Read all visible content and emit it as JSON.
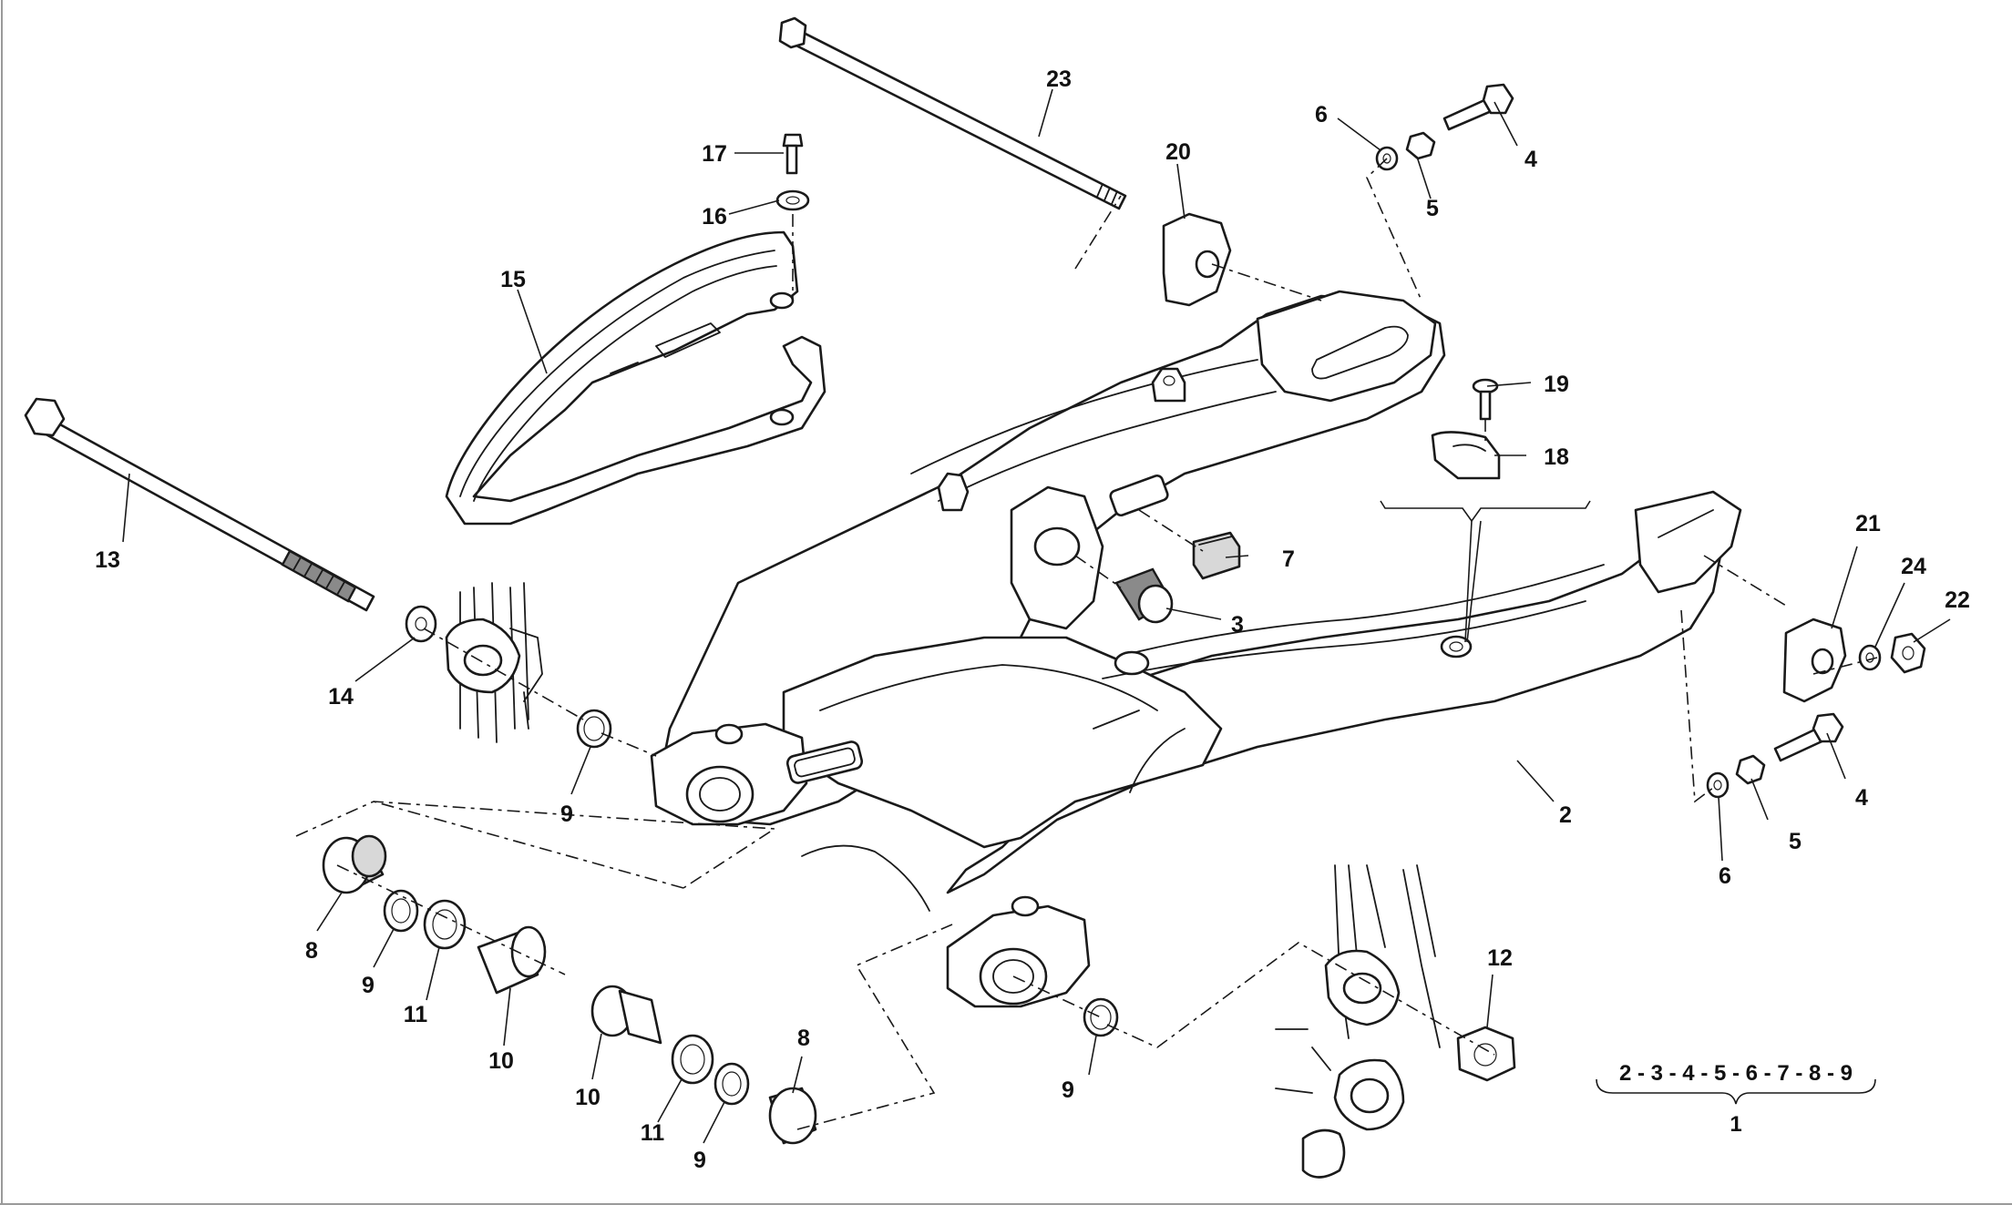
{
  "callouts": {
    "c23": "23",
    "c20": "20",
    "c17": "17",
    "c16": "16",
    "c15": "15",
    "c13": "13",
    "c14": "14",
    "c6a": "6",
    "c5a": "5",
    "c4a": "4",
    "c19": "19",
    "c18": "18",
    "c7": "7",
    "c3": "3",
    "c21": "21",
    "c24": "24",
    "c22": "22",
    "c2": "2",
    "c4b": "4",
    "c5b": "5",
    "c6b": "6",
    "c9a": "9",
    "c8a": "8",
    "c9b": "9",
    "c11a": "11",
    "c10a": "10",
    "c10b": "10",
    "c11b": "11",
    "c9c": "9",
    "c8b": "8",
    "c9d": "9",
    "c12": "12"
  },
  "kit": {
    "components": "2 - 3 - 4 - 5 - 6 - 7 - 8 - 9",
    "number": "1"
  }
}
